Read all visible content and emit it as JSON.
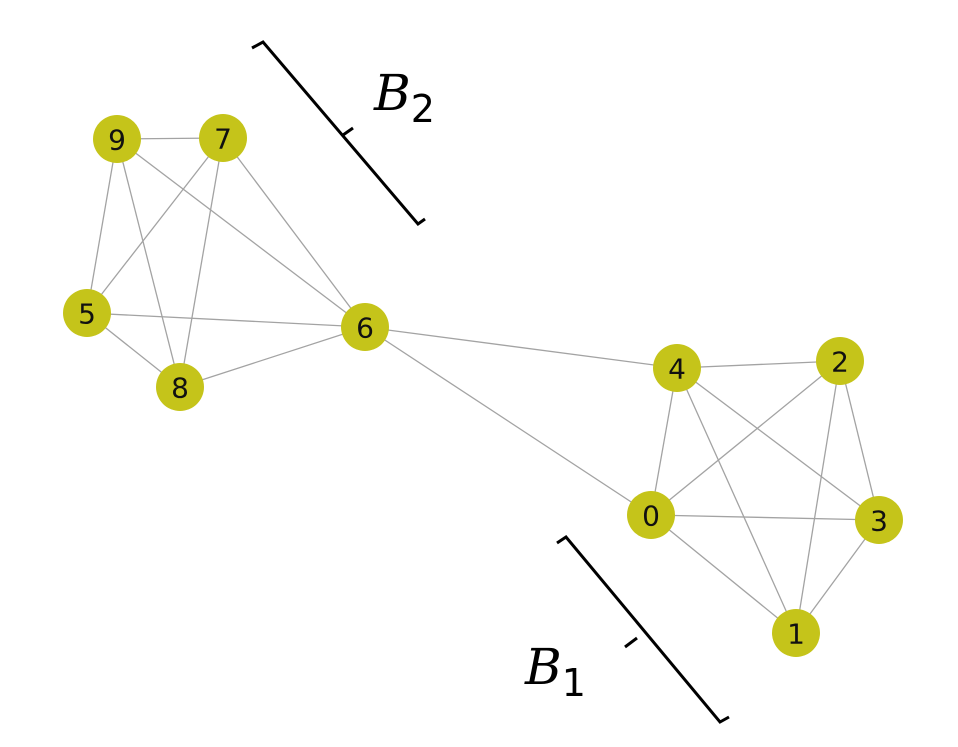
{
  "graph": {
    "node_color": "#c5c41a",
    "edge_color": "#a3a3a3",
    "nodes": [
      {
        "id": "0",
        "label": "0"
      },
      {
        "id": "1",
        "label": "1"
      },
      {
        "id": "2",
        "label": "2"
      },
      {
        "id": "3",
        "label": "3"
      },
      {
        "id": "4",
        "label": "4"
      },
      {
        "id": "5",
        "label": "5"
      },
      {
        "id": "6",
        "label": "6"
      },
      {
        "id": "7",
        "label": "7"
      },
      {
        "id": "8",
        "label": "8"
      },
      {
        "id": "9",
        "label": "9"
      }
    ],
    "edges": [
      [
        "9",
        "7"
      ],
      [
        "9",
        "5"
      ],
      [
        "9",
        "8"
      ],
      [
        "9",
        "6"
      ],
      [
        "7",
        "5"
      ],
      [
        "7",
        "8"
      ],
      [
        "7",
        "6"
      ],
      [
        "5",
        "8"
      ],
      [
        "5",
        "6"
      ],
      [
        "8",
        "6"
      ],
      [
        "6",
        "4"
      ],
      [
        "6",
        "0"
      ],
      [
        "4",
        "2"
      ],
      [
        "4",
        "0"
      ],
      [
        "4",
        "3"
      ],
      [
        "4",
        "1"
      ],
      [
        "2",
        "0"
      ],
      [
        "2",
        "3"
      ],
      [
        "2",
        "1"
      ],
      [
        "0",
        "3"
      ],
      [
        "0",
        "1"
      ],
      [
        "3",
        "1"
      ]
    ]
  },
  "brackets": [
    {
      "id": "b2",
      "label_main": "B",
      "label_sub": "2"
    },
    {
      "id": "b1",
      "label_main": "B",
      "label_sub": "1"
    }
  ]
}
